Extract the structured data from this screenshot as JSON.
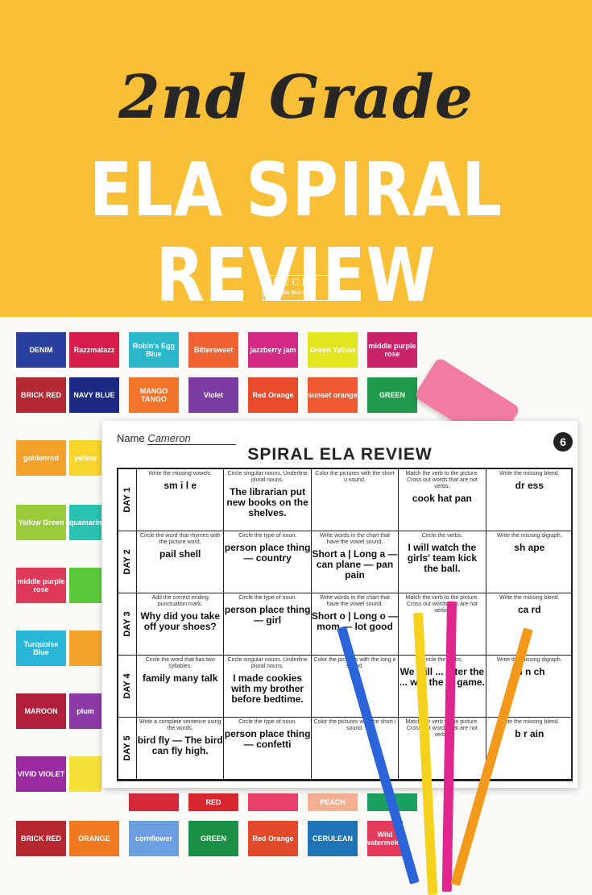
{
  "banner": {
    "title_line1": "2nd Grade",
    "title_line2": "ELA SPIRAL REVIEW",
    "logo_line1": "LUCKY",
    "logo_line2": "little learners",
    "background_color": "#f8bf37"
  },
  "crayon_labels": {
    "top_row": [
      "DENIM",
      "Razzmatazz",
      "Robin's Egg Blue",
      "Bittersweet",
      "jazzberry jam",
      "Green Yellow",
      "middle purple rose"
    ],
    "second_row": [
      "BRICK RED",
      "NAVY BLUE",
      "MANGO TANGO",
      "Violet",
      "Red Orange",
      "sunset orange",
      "GREEN"
    ],
    "left_column": [
      "goldenrod",
      "yellow",
      "Yellow Green",
      "aquamarine",
      "middle purple rose",
      "Turquoise Blue",
      "MAROON",
      "plum",
      "VIVID VIOLET"
    ],
    "bottom_row": [
      "BRICK RED",
      "ORANGE",
      "cornflower",
      "GREEN",
      "Red Orange",
      "CERULEAN",
      "Wild watermelon",
      "RED",
      "PEACH"
    ]
  },
  "worksheet": {
    "name_label": "Name",
    "name_value": "Cameron",
    "title": "SPIRAL ELA REVIEW",
    "page_number": "6",
    "days": [
      {
        "label": "DAY 1",
        "cells": [
          {
            "instruction": "Write the missing vowels.",
            "answer": "sm i l e"
          },
          {
            "instruction": "Circle singular nouns. Underline plural nouns.",
            "answer": "The librarian put new books on the shelves."
          },
          {
            "instruction": "Color the pictures with the short u sound.",
            "answer": ""
          },
          {
            "instruction": "Match the verb to the picture. Cross out words that are not verbs.",
            "answer": "cook hat pan"
          },
          {
            "instruction": "Write the missing blend.",
            "answer": "dr ess"
          }
        ]
      },
      {
        "label": "DAY 2",
        "cells": [
          {
            "instruction": "Circle the word that rhymes with the picture word.",
            "answer": "pail shell"
          },
          {
            "instruction": "Circle the type of noun.",
            "answer": "person place thing — country"
          },
          {
            "instruction": "Write words in the chart that have the vowel sound.",
            "answer": "Short a | Long a — can plane — pan pain"
          },
          {
            "instruction": "Circle the verbs.",
            "answer": "I will watch the girls' team kick the ball."
          },
          {
            "instruction": "Write the missing digraph.",
            "answer": "sh ape"
          }
        ]
      },
      {
        "label": "DAY 3",
        "cells": [
          {
            "instruction": "Add the correct ending punctuation mark.",
            "answer": "Why did you take off your shoes?"
          },
          {
            "instruction": "Circle the type of noun.",
            "answer": "person place thing — girl"
          },
          {
            "instruction": "Write words in the chart that have the vowel sound.",
            "answer": "Short o | Long o — mom — lot good"
          },
          {
            "instruction": "Match the verb to the picture. Cross out words that are not verbs.",
            "answer": ""
          },
          {
            "instruction": "Write the missing blend.",
            "answer": "ca rd"
          }
        ]
      },
      {
        "label": "DAY 4",
        "cells": [
          {
            "instruction": "Circle the word that has two syllables.",
            "answer": "family many talk"
          },
          {
            "instruction": "Circle singular nouns. Underline plural nouns.",
            "answer": "I made cookies with my brother before bedtime."
          },
          {
            "instruction": "Color the pictures with the long e sound.",
            "answer": ""
          },
          {
            "instruction": "Circle the verbs.",
            "answer": "We will ... after the ... win the ... game."
          },
          {
            "instruction": "Write the missing digraph.",
            "answer": "lu n ch"
          }
        ]
      },
      {
        "label": "DAY 5",
        "cells": [
          {
            "instruction": "Write a complete sentence using the words.",
            "answer": "bird fly — The bird can fly high."
          },
          {
            "instruction": "Circle the type of noun.",
            "answer": "person place thing — confetti"
          },
          {
            "instruction": "Color the pictures with the short i sound.",
            "answer": ""
          },
          {
            "instruction": "Match the verb to the picture. Cross out words that are not verbs.",
            "answer": ""
          },
          {
            "instruction": "Write the missing blend.",
            "answer": "b r ain"
          }
        ]
      }
    ]
  }
}
